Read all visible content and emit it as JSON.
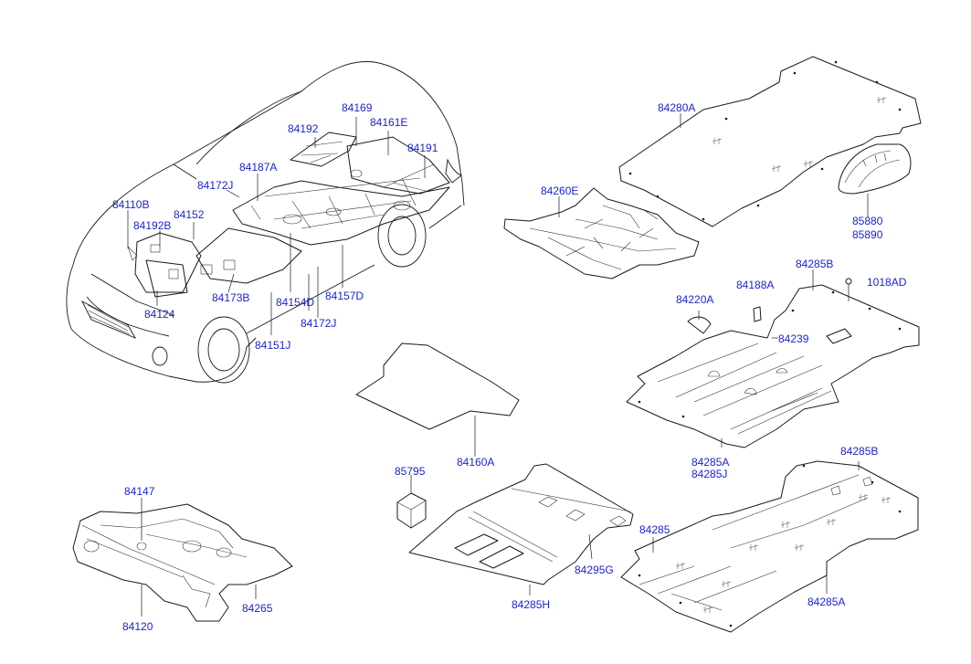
{
  "diagram": {
    "label_color": "#1d25c8",
    "line_color": "#1a1a1a",
    "labels": {
      "p84110B": "84110B",
      "p84192B": "84192B",
      "p84152": "84152",
      "p84172J_top": "84172J",
      "p84187A": "84187A",
      "p84192": "84192",
      "p84169": "84169",
      "p84161E": "84161E",
      "p84191": "84191",
      "p84124": "84124",
      "p84173B": "84173B",
      "p84154D": "84154D",
      "p84157D": "84157D",
      "p84172J_bot": "84172J",
      "p84151J": "84151J",
      "p84280A": "84280A",
      "p84260E": "84260E",
      "p85880": "85880",
      "p85890": "85890",
      "p84285B_top": "84285B",
      "p84188A": "84188A",
      "p1018AD": "1018AD",
      "p84220A": "84220A",
      "p84239": "84239",
      "p84285A_mid": "84285A",
      "p84285J": "84285J",
      "p84160A": "84160A",
      "p85795": "85795",
      "p84295G": "84295G",
      "p84285H": "84285H",
      "p84285B_bot": "84285B",
      "p84285": "84285",
      "p84285A_bot": "84285A",
      "p84147": "84147",
      "p84120": "84120",
      "p84265": "84265"
    }
  }
}
